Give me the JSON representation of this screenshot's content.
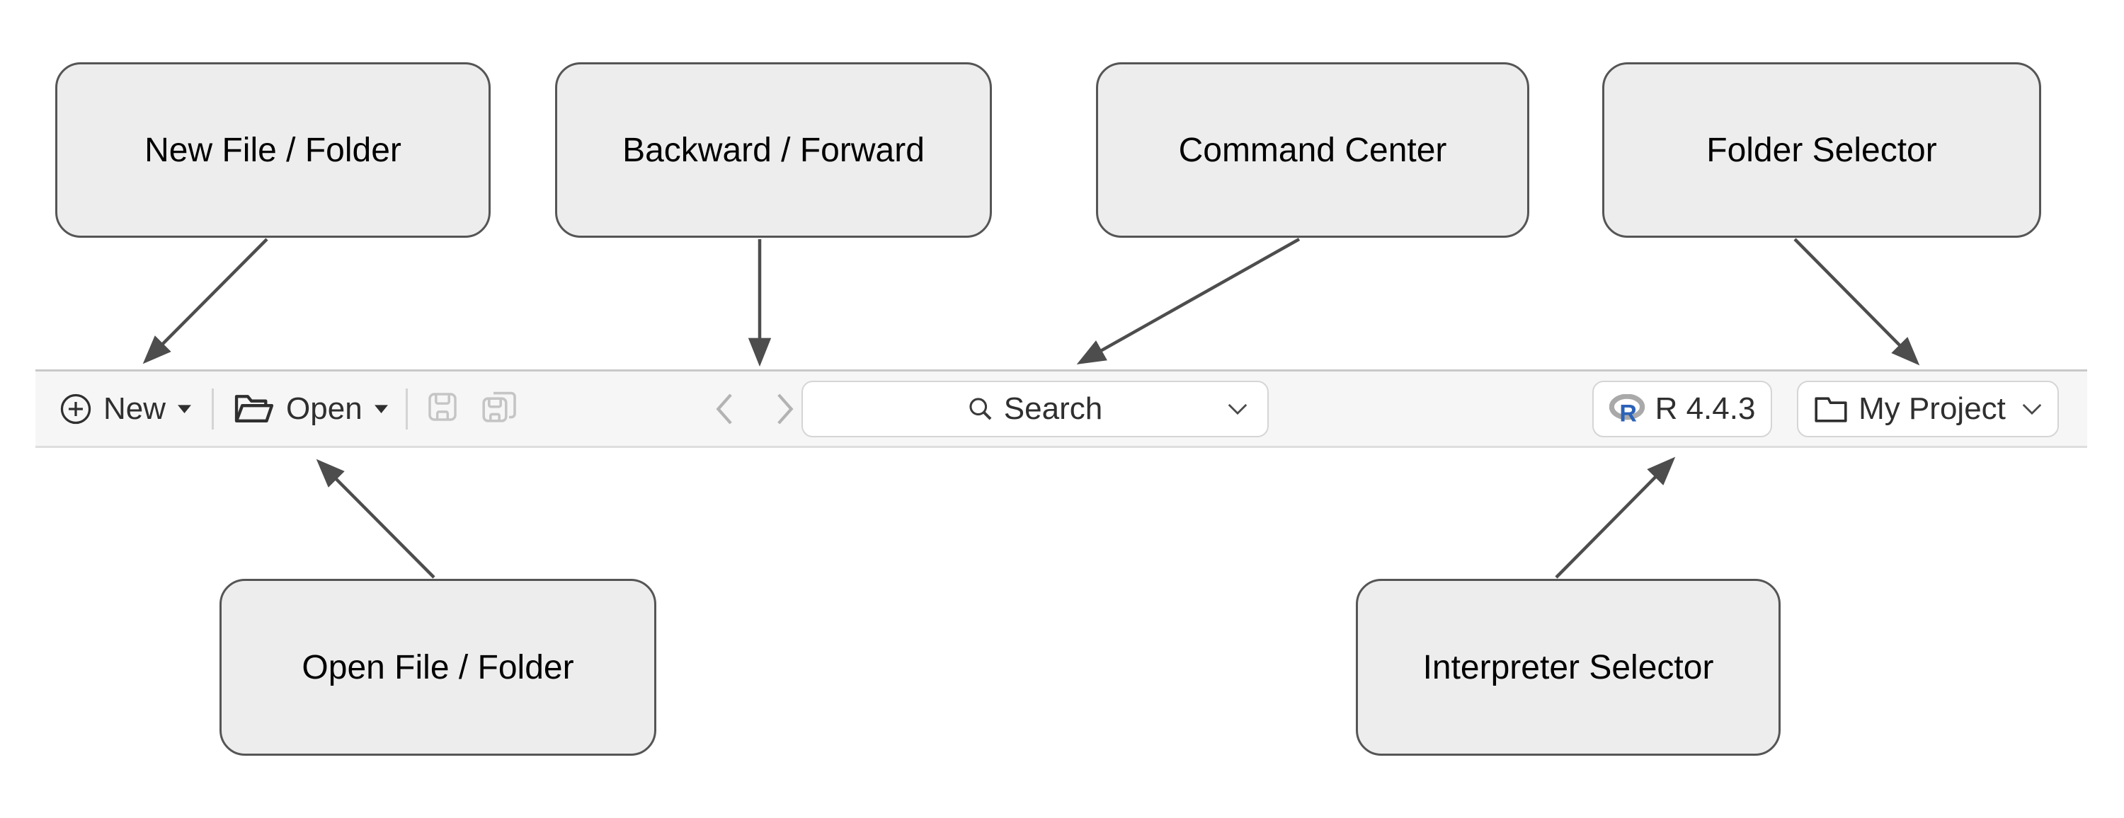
{
  "diagram": {
    "callouts": {
      "new_file": "New File / Folder",
      "backward_forward": "Backward / Forward",
      "command_center": "Command Center",
      "folder_selector": "Folder Selector",
      "open_file": "Open File / Folder",
      "interpreter_selector": "Interpreter Selector"
    }
  },
  "toolbar": {
    "new_label": "New",
    "open_label": "Open",
    "search_placeholder": "Search",
    "interpreter_label": "R 4.4.3",
    "project_label": "My Project",
    "icons": [
      "circle-plus-icon",
      "caret-down-icon",
      "open-folder-icon",
      "save-icon",
      "save-all-icon",
      "chevron-left-icon",
      "chevron-right-icon",
      "search-icon",
      "chevron-down-icon",
      "r-logo-icon",
      "folder-icon"
    ],
    "disabled_items": [
      "save-button",
      "save-all-button",
      "back-button",
      "forward-button"
    ]
  },
  "colors": {
    "callout_fill": "#ededed",
    "callout_border": "#555555",
    "toolbar_bg": "#f6f6f6",
    "toolbar_border_top": "#c9c9c9",
    "toolbar_border_bottom": "#dedede",
    "button_bg": "#ffffff",
    "button_border": "#d5d5d5",
    "icon_dark": "#2f2f2f",
    "icon_disabled": "#c5c5c5",
    "arrow": "#4d4d4d",
    "r_logo_blue": "#2b62b8",
    "r_logo_gray": "#a9a9a9"
  }
}
